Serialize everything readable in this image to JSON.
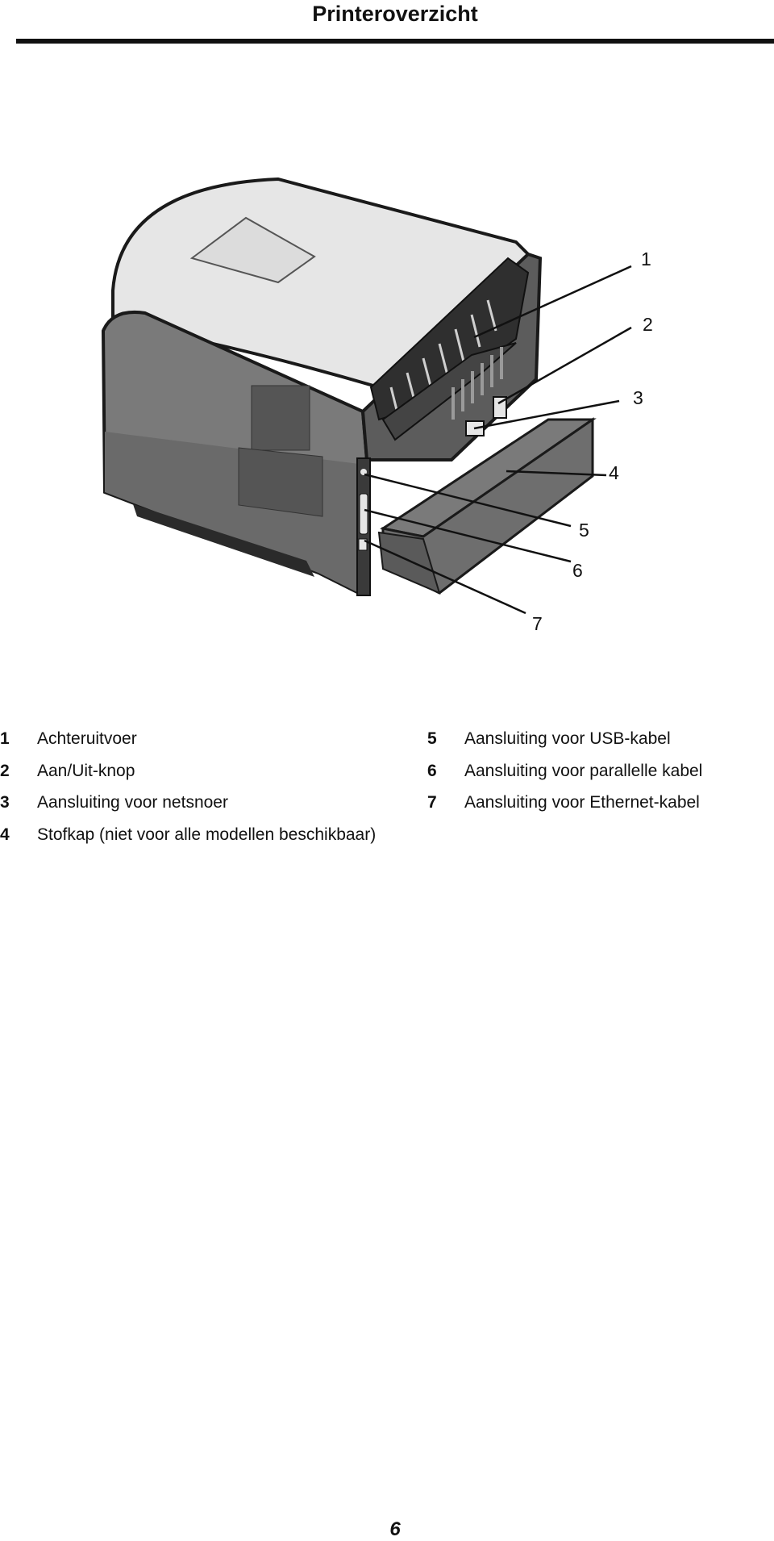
{
  "header": {
    "title": "Printeroverzicht"
  },
  "figure": {
    "callouts": [
      "1",
      "2",
      "3",
      "4",
      "5",
      "6",
      "7"
    ]
  },
  "legend": [
    {
      "num": "1",
      "label": "Achteruitvoer"
    },
    {
      "num": "2",
      "label": "Aan/Uit-knop"
    },
    {
      "num": "3",
      "label": "Aansluiting voor netsnoer"
    },
    {
      "num": "4",
      "label": "Stofkap (niet voor alle modellen beschikbaar)"
    },
    {
      "num": "5",
      "label": "Aansluiting voor USB-kabel"
    },
    {
      "num": "6",
      "label": "Aansluiting voor parallelle kabel"
    },
    {
      "num": "7",
      "label": "Aansluiting voor Ethernet-kabel"
    }
  ],
  "footer": {
    "page_number": "6"
  }
}
